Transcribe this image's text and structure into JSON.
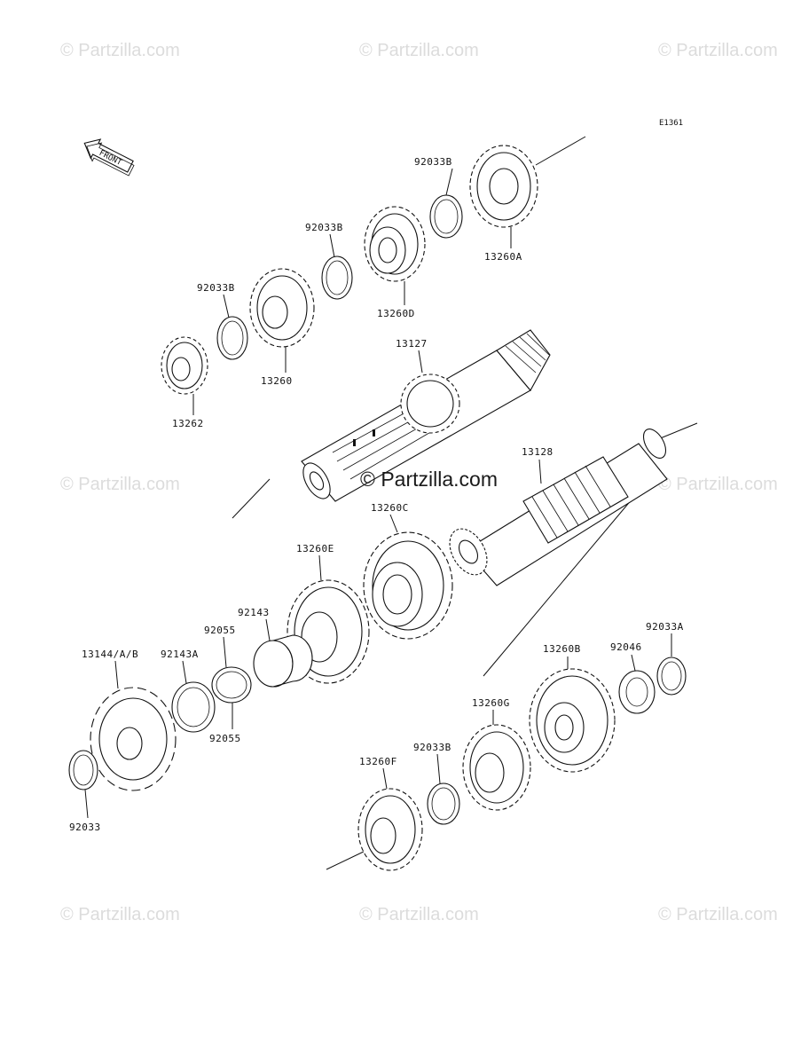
{
  "diagram": {
    "code": "E1361",
    "front_label": "FRONT",
    "center_watermark": "© Partzilla.com",
    "watermark_text": "© Partzilla.com",
    "watermark_color": "#dcdcdc",
    "parts": {
      "p_92033B_top": "92033B",
      "p_13260A": "13260A",
      "p_92033B_mid": "92033B",
      "p_13260D": "13260D",
      "p_92033B_left": "92033B",
      "p_13260": "13260",
      "p_13127": "13127",
      "p_13262": "13262",
      "p_13128": "13128",
      "p_13260C": "13260C",
      "p_13260E": "13260E",
      "p_92143": "92143",
      "p_92055_top": "92055",
      "p_92055_bottom": "92055",
      "p_13144": "13144/A/B",
      "p_92143A": "92143A",
      "p_92033": "92033",
      "p_92033A": "92033A",
      "p_13260B": "13260B",
      "p_92046": "92046",
      "p_13260G": "13260G",
      "p_92033B_low": "92033B",
      "p_13260F": "13260F"
    }
  }
}
